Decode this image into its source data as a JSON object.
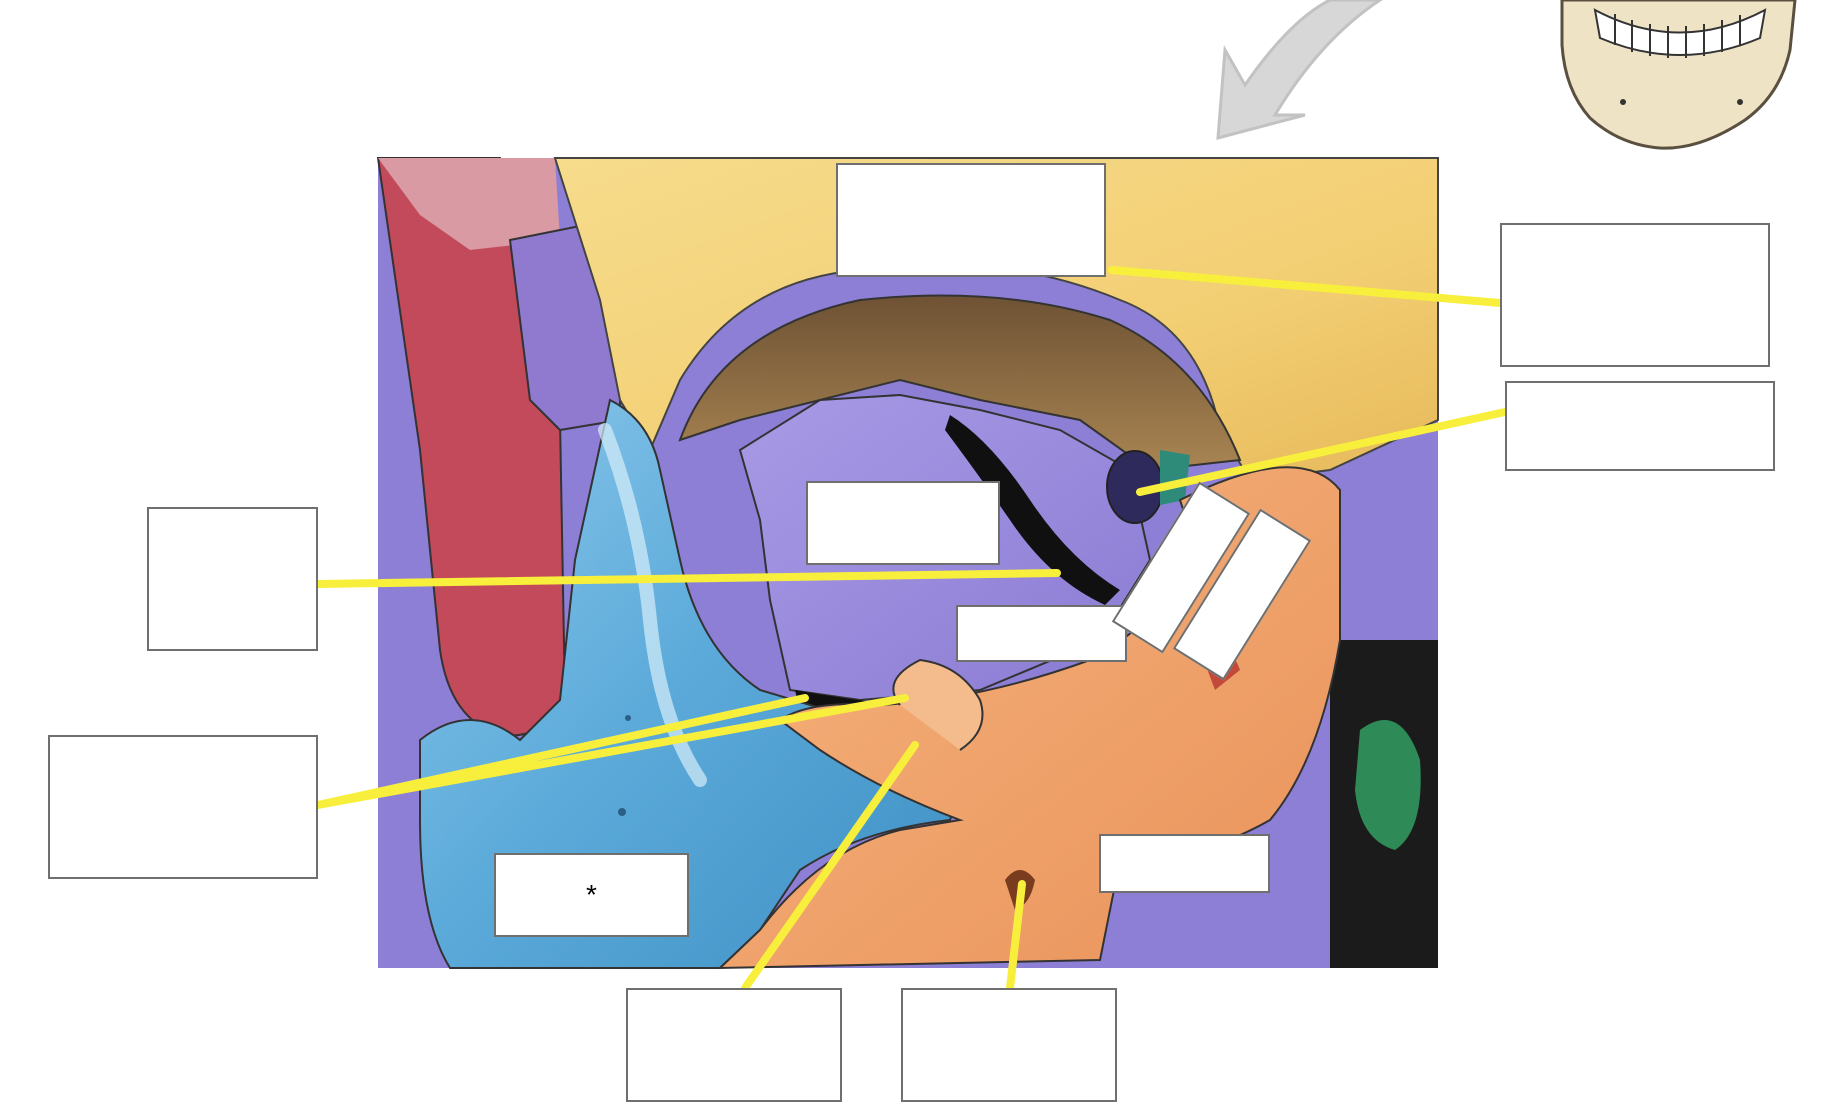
{
  "figure": {
    "description_hidden": false,
    "colors": {
      "background": "#ffffff",
      "leader_line": "#f7ef3c",
      "box_border": "#6f6f6f",
      "frontal_bone": "#f4d27a",
      "frontal_bone_dark": "#e0b14e",
      "orbit_roof": "#8a6a3e",
      "sphenoid_bone": "#9e8fde",
      "ethmoid_bone": "#7f74cf",
      "maxilla": "#5aa9d9",
      "zygomatic_bone": "#f0a468",
      "palatine_bone": "#2e8b57",
      "nasal_bone": "#c24a5a",
      "lacrimal_bone": "#8f7ad0",
      "fissure_shadow": "#101010",
      "arrow_gray": "#d4d4d4",
      "skull_ivory": "#efe3c6"
    },
    "icons": [
      "orientation-arrow-icon",
      "skull-thumbnail-icon"
    ]
  },
  "labels": [
    {
      "id": "box-top-center",
      "text": ""
    },
    {
      "id": "box-upper-right",
      "text": ""
    },
    {
      "id": "box-right-middle",
      "text": ""
    },
    {
      "id": "box-left-upper",
      "text": ""
    },
    {
      "id": "box-left-lower",
      "text": ""
    },
    {
      "id": "box-inner-purple",
      "text": ""
    },
    {
      "id": "box-inner-center",
      "text": ""
    },
    {
      "id": "box-tilted-a",
      "text": ""
    },
    {
      "id": "box-tilted-b",
      "text": ""
    },
    {
      "id": "box-star",
      "text": "*"
    },
    {
      "id": "box-lower-right-inner",
      "text": ""
    },
    {
      "id": "box-bottom-left",
      "text": ""
    },
    {
      "id": "box-bottom-right",
      "text": ""
    }
  ]
}
